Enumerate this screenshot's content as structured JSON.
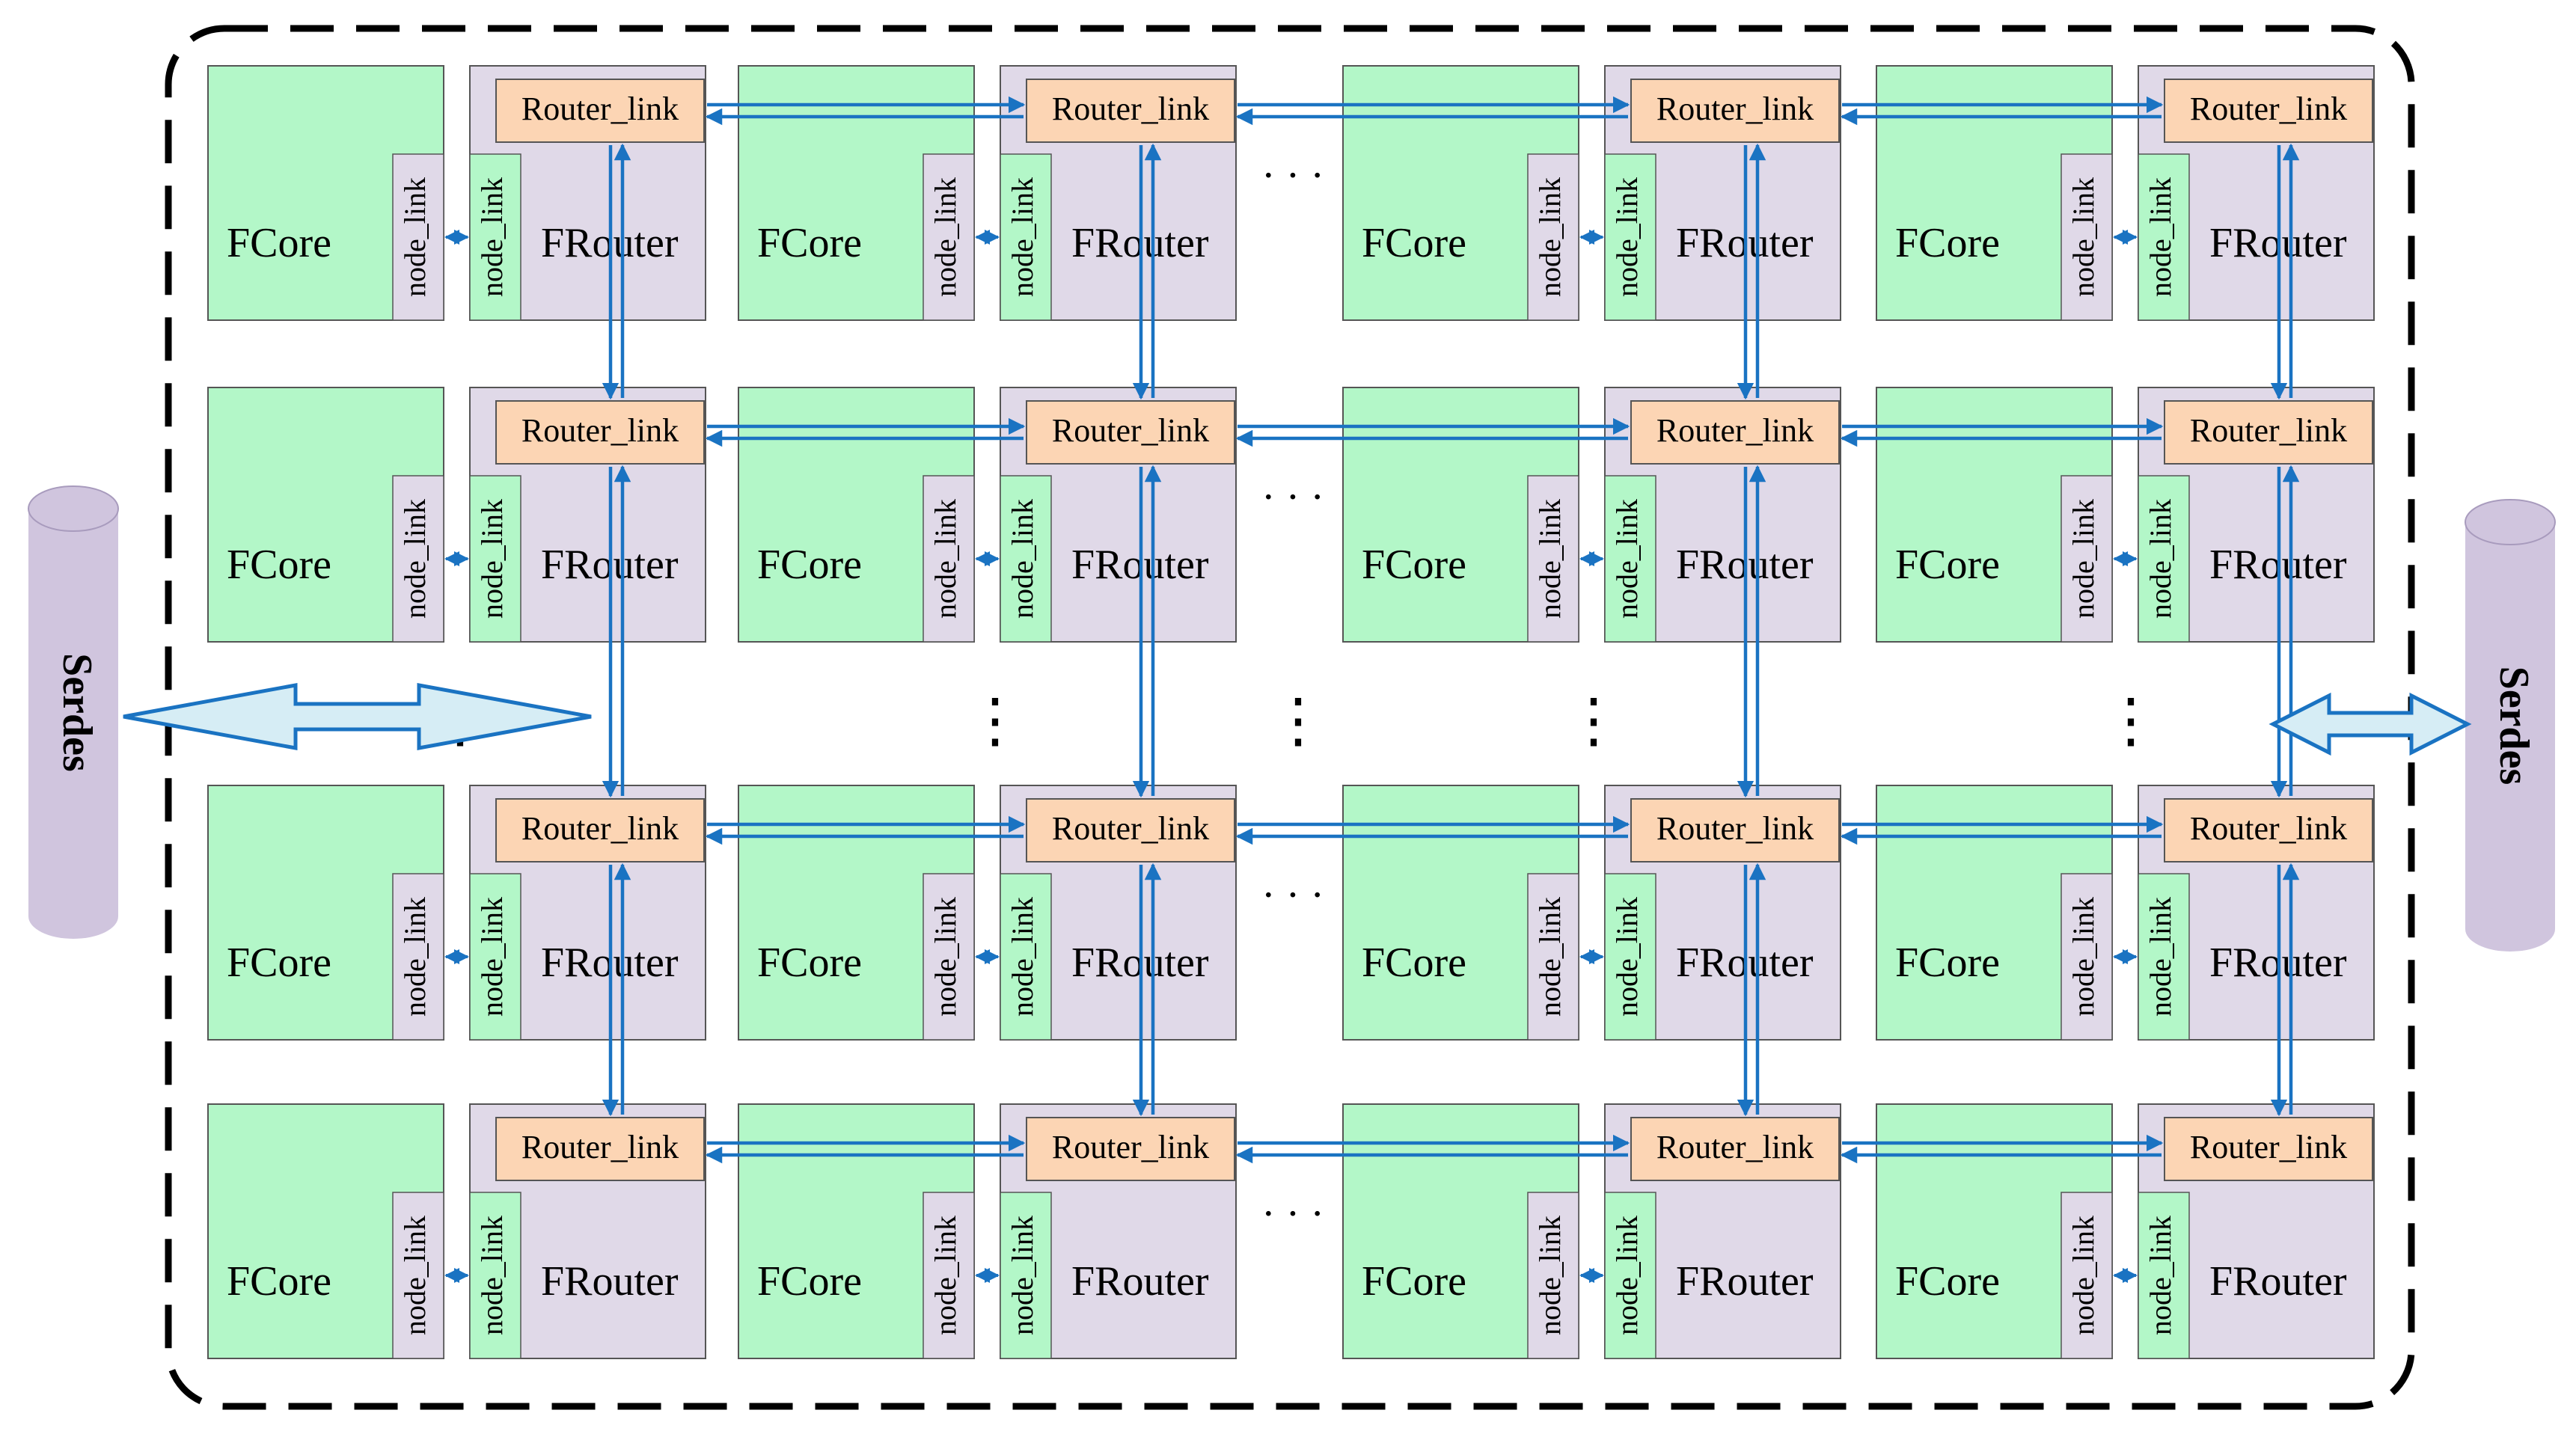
{
  "labels": {
    "core": "FCore",
    "router": "FRouter",
    "router_link": "Router_link",
    "node_link": "node_link",
    "serdes_left": "Serdes",
    "serdes_right": "Serdes",
    "ellipsis_h": "· · ·",
    "ellipsis_v": "⋮"
  },
  "colors": {
    "core_fill": "#b3f7c8",
    "router_fill": "#e0d9e8",
    "router_link_fill": "#fcd5b4",
    "node_link_core_fill": "#e0d9e8",
    "node_link_router_fill": "#b3f7c8",
    "arrow_blue": "#1a73c2",
    "serdes_arrow_fill": "#d6edf5",
    "serdes_fill": "#d0c5de",
    "border": "#000000",
    "box_stroke": "#555555"
  }
}
